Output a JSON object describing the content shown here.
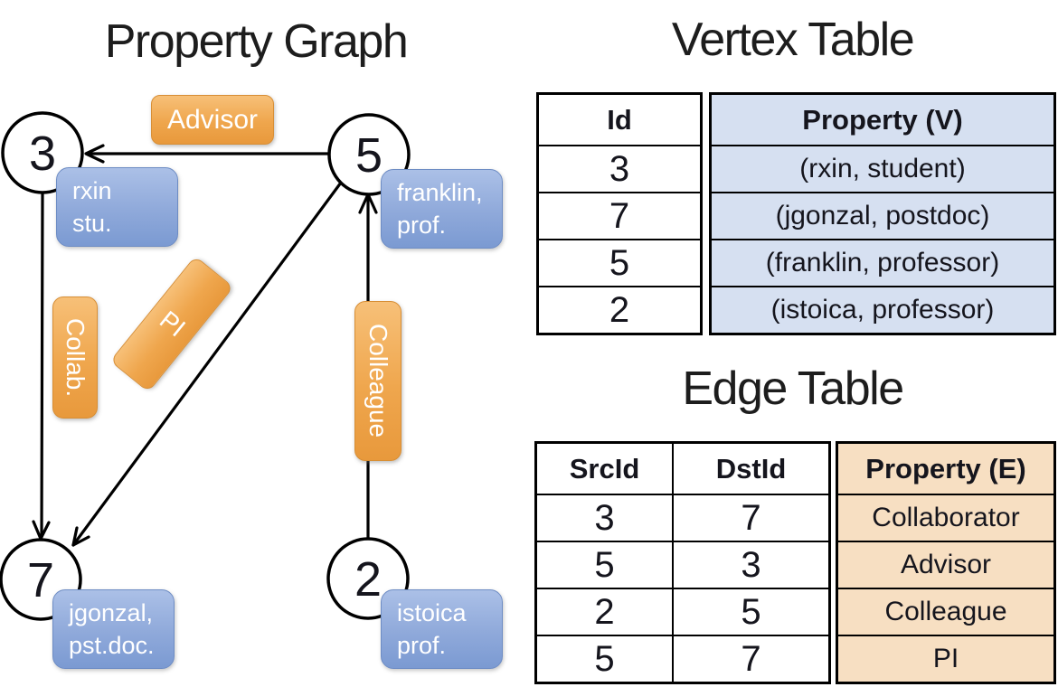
{
  "graph": {
    "title": "Property Graph",
    "nodes": [
      {
        "id": "3",
        "label_line1": "rxin",
        "label_line2": "stu."
      },
      {
        "id": "5",
        "label_line1": "franklin,",
        "label_line2": "prof."
      },
      {
        "id": "7",
        "label_line1": "jgonzal,",
        "label_line2": "pst.doc."
      },
      {
        "id": "2",
        "label_line1": "istoica",
        "label_line2": "prof."
      }
    ],
    "edge_labels": {
      "advisor": "Advisor",
      "collab": "Collab.",
      "pi": "PI",
      "colleague": "Colleague"
    }
  },
  "vertex_table": {
    "title": "Vertex Table",
    "columns": {
      "id": "Id",
      "property": "Property (V)"
    },
    "rows": [
      {
        "id": "3",
        "property": "(rxin, student)"
      },
      {
        "id": "7",
        "property": "(jgonzal, postdoc)"
      },
      {
        "id": "5",
        "property": "(franklin, professor)"
      },
      {
        "id": "2",
        "property": "(istoica, professor)"
      }
    ]
  },
  "edge_table": {
    "title": "Edge Table",
    "columns": {
      "src": "SrcId",
      "dst": "DstId",
      "property": "Property (E)"
    },
    "rows": [
      {
        "src": "3",
        "dst": "7",
        "property": "Collaborator"
      },
      {
        "src": "5",
        "dst": "3",
        "property": "Advisor"
      },
      {
        "src": "2",
        "dst": "5",
        "property": "Colleague"
      },
      {
        "src": "5",
        "dst": "7",
        "property": "PI"
      }
    ]
  },
  "colors": {
    "edge_label_fill_top": "#f7c078",
    "edge_label_fill_bottom": "#e8993c",
    "vertex_label_fill_top": "#abc0e7",
    "vertex_label_fill_bottom": "#7b9ad2",
    "vertex_property_cell_bg": "#d6e0f1",
    "edge_property_cell_bg": "#f7dfc2",
    "table_border": "#000000",
    "label_text": "#ffffff"
  }
}
